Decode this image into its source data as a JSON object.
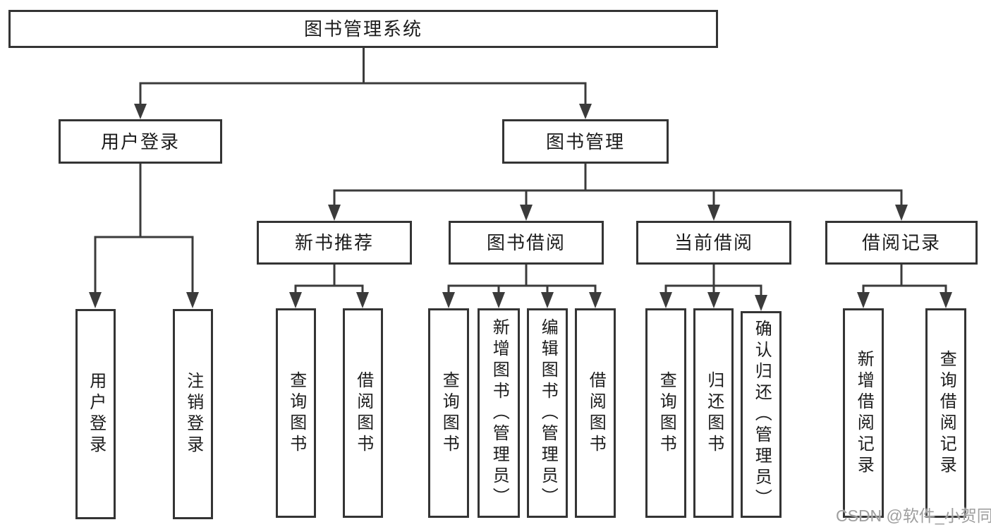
{
  "colors": {
    "line": "#3b3b3b",
    "boxBorder": "#343434",
    "text": "#1c1c1c",
    "watermark": "#9e9e9e",
    "background": "#ffffff"
  },
  "nodes": {
    "root": "图书管理系统",
    "userLogin": "用户登录",
    "bookMgmt": "图书管理",
    "newBookRec": "新书推荐",
    "bookBorrow": "图书借阅",
    "currentBorrow": "当前借阅",
    "borrowRecord": "借阅记录",
    "leafUserLogin": "用户登录",
    "leafLogout": "注销登录",
    "nbQuery": "查询图书",
    "nbBorrow": "借阅图书",
    "bbQuery": "查询图书",
    "bbAdd": "新增图书（管理员）",
    "bbEdit": "编辑图书（管理员）",
    "bbBorrow": "借阅图书",
    "cbQuery": "查询图书",
    "cbReturn": "归还图书",
    "cbConfirm": "确认归还（管理员）",
    "brAdd": "新增借阅记录",
    "brQuery": "查询借阅记录"
  },
  "hierarchy": {
    "图书管理系统": {
      "用户登录": [
        "用户登录",
        "注销登录"
      ],
      "图书管理": {
        "新书推荐": [
          "查询图书",
          "借阅图书"
        ],
        "图书借阅": [
          "查询图书",
          "新增图书（管理员）",
          "编辑图书（管理员）",
          "借阅图书"
        ],
        "当前借阅": [
          "查询图书",
          "归还图书",
          "确认归还（管理员）"
        ],
        "借阅记录": [
          "新增借阅记录",
          "查询借阅记录"
        ]
      }
    }
  },
  "watermark": {
    "text": "CSDN @软件_小贺同学"
  }
}
